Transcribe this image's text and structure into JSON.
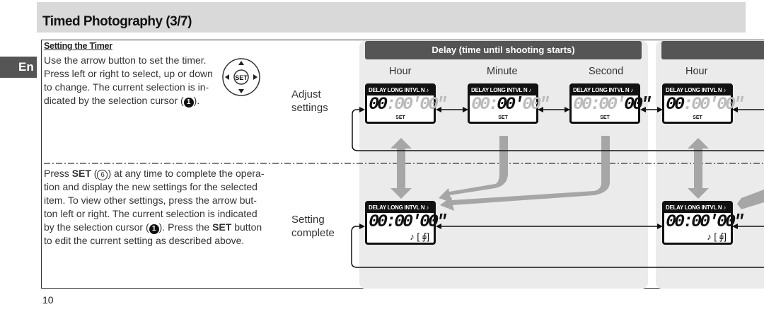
{
  "header": {
    "title": "Timed Photography (3/7)",
    "lang_tab": "En"
  },
  "section": {
    "heading": "Setting the Timer"
  },
  "instructions": {
    "p1_lines": [
      "Use the arrow button to set the timer.",
      "Press left or right to select, up or down",
      "to change.  The current selection is in-",
      "dicated by the selection cursor ("
    ],
    "p1_marker": "1",
    "p1_end": ").",
    "p2_l1_a": "Press ",
    "p2_l1_set": "SET",
    "p2_l1_b": " (",
    "p2_l1_circ": "6",
    "p2_l1_c": ") at any time to complete the opera-",
    "p2_l2": "tion and display the new settings for the selected",
    "p2_l3": "item.  To view other settings, press the arrow but-",
    "p2_l4": "ton left or right.  The current selection is indicated",
    "p2_l5_a": "by the selection cursor (",
    "p2_l5_marker": "1",
    "p2_l5_b": ").  Press the ",
    "p2_l5_set": "SET",
    "p2_l5_c": " button",
    "p2_l6": "to edit the current setting as described above."
  },
  "dpad": {
    "center_label": "SET",
    "icon": "dpad-icon"
  },
  "diagram": {
    "panel_header": "Delay (time until shooting starts)",
    "columns": [
      "Hour",
      "Minute",
      "Second",
      "Hour"
    ],
    "row_labels": {
      "adjust": [
        "Adjust",
        "settings"
      ],
      "complete": [
        "Setting",
        "complete"
      ]
    },
    "lcd_top": "DELAY LONG INTVL   N   ♪",
    "lcd_set": "SET",
    "lcd_extra": "♪ [    ⨖]",
    "adjust_screens": [
      {
        "a": "00",
        "b": ":00'00\"",
        "highlight": "hour"
      },
      {
        "a": "00:",
        "b": "00'",
        "c": "00\"",
        "highlight": "minute"
      },
      {
        "a": "00:00'",
        "b": "00\"",
        "highlight": "second"
      },
      {
        "a": "00",
        "b": ":00'00\"",
        "highlight": "hour"
      }
    ],
    "complete_digits": "00:00'00\""
  },
  "footer": {
    "page_number": "10"
  }
}
